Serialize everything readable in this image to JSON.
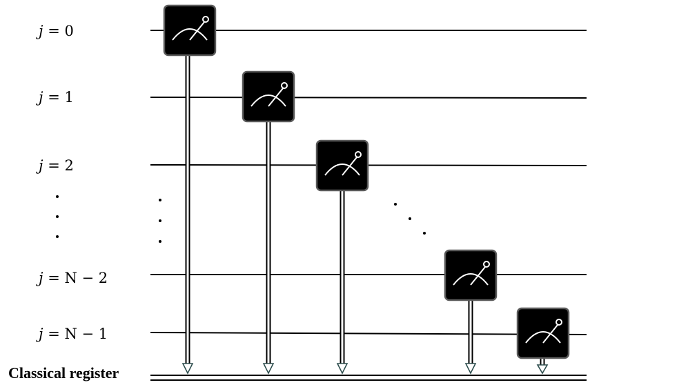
{
  "qubit_labels": [
    {
      "j": "j",
      "eq": " = ",
      "val": "0"
    },
    {
      "j": "j",
      "eq": " = ",
      "val": "1"
    },
    {
      "j": "j",
      "eq": " = ",
      "val": "2"
    },
    {
      "j": "j",
      "eq": " = ",
      "val": "N − 2"
    },
    {
      "j": "j",
      "eq": " = ",
      "val": "N − 1"
    }
  ],
  "classical_register_label": "Classical register",
  "gate_icon": "measurement-meter-icon",
  "colors": {
    "gate_fill": "#000000",
    "gate_border": "#5a5a5a",
    "wire": "#000000",
    "arrow_outline": "#2f4f4f"
  }
}
